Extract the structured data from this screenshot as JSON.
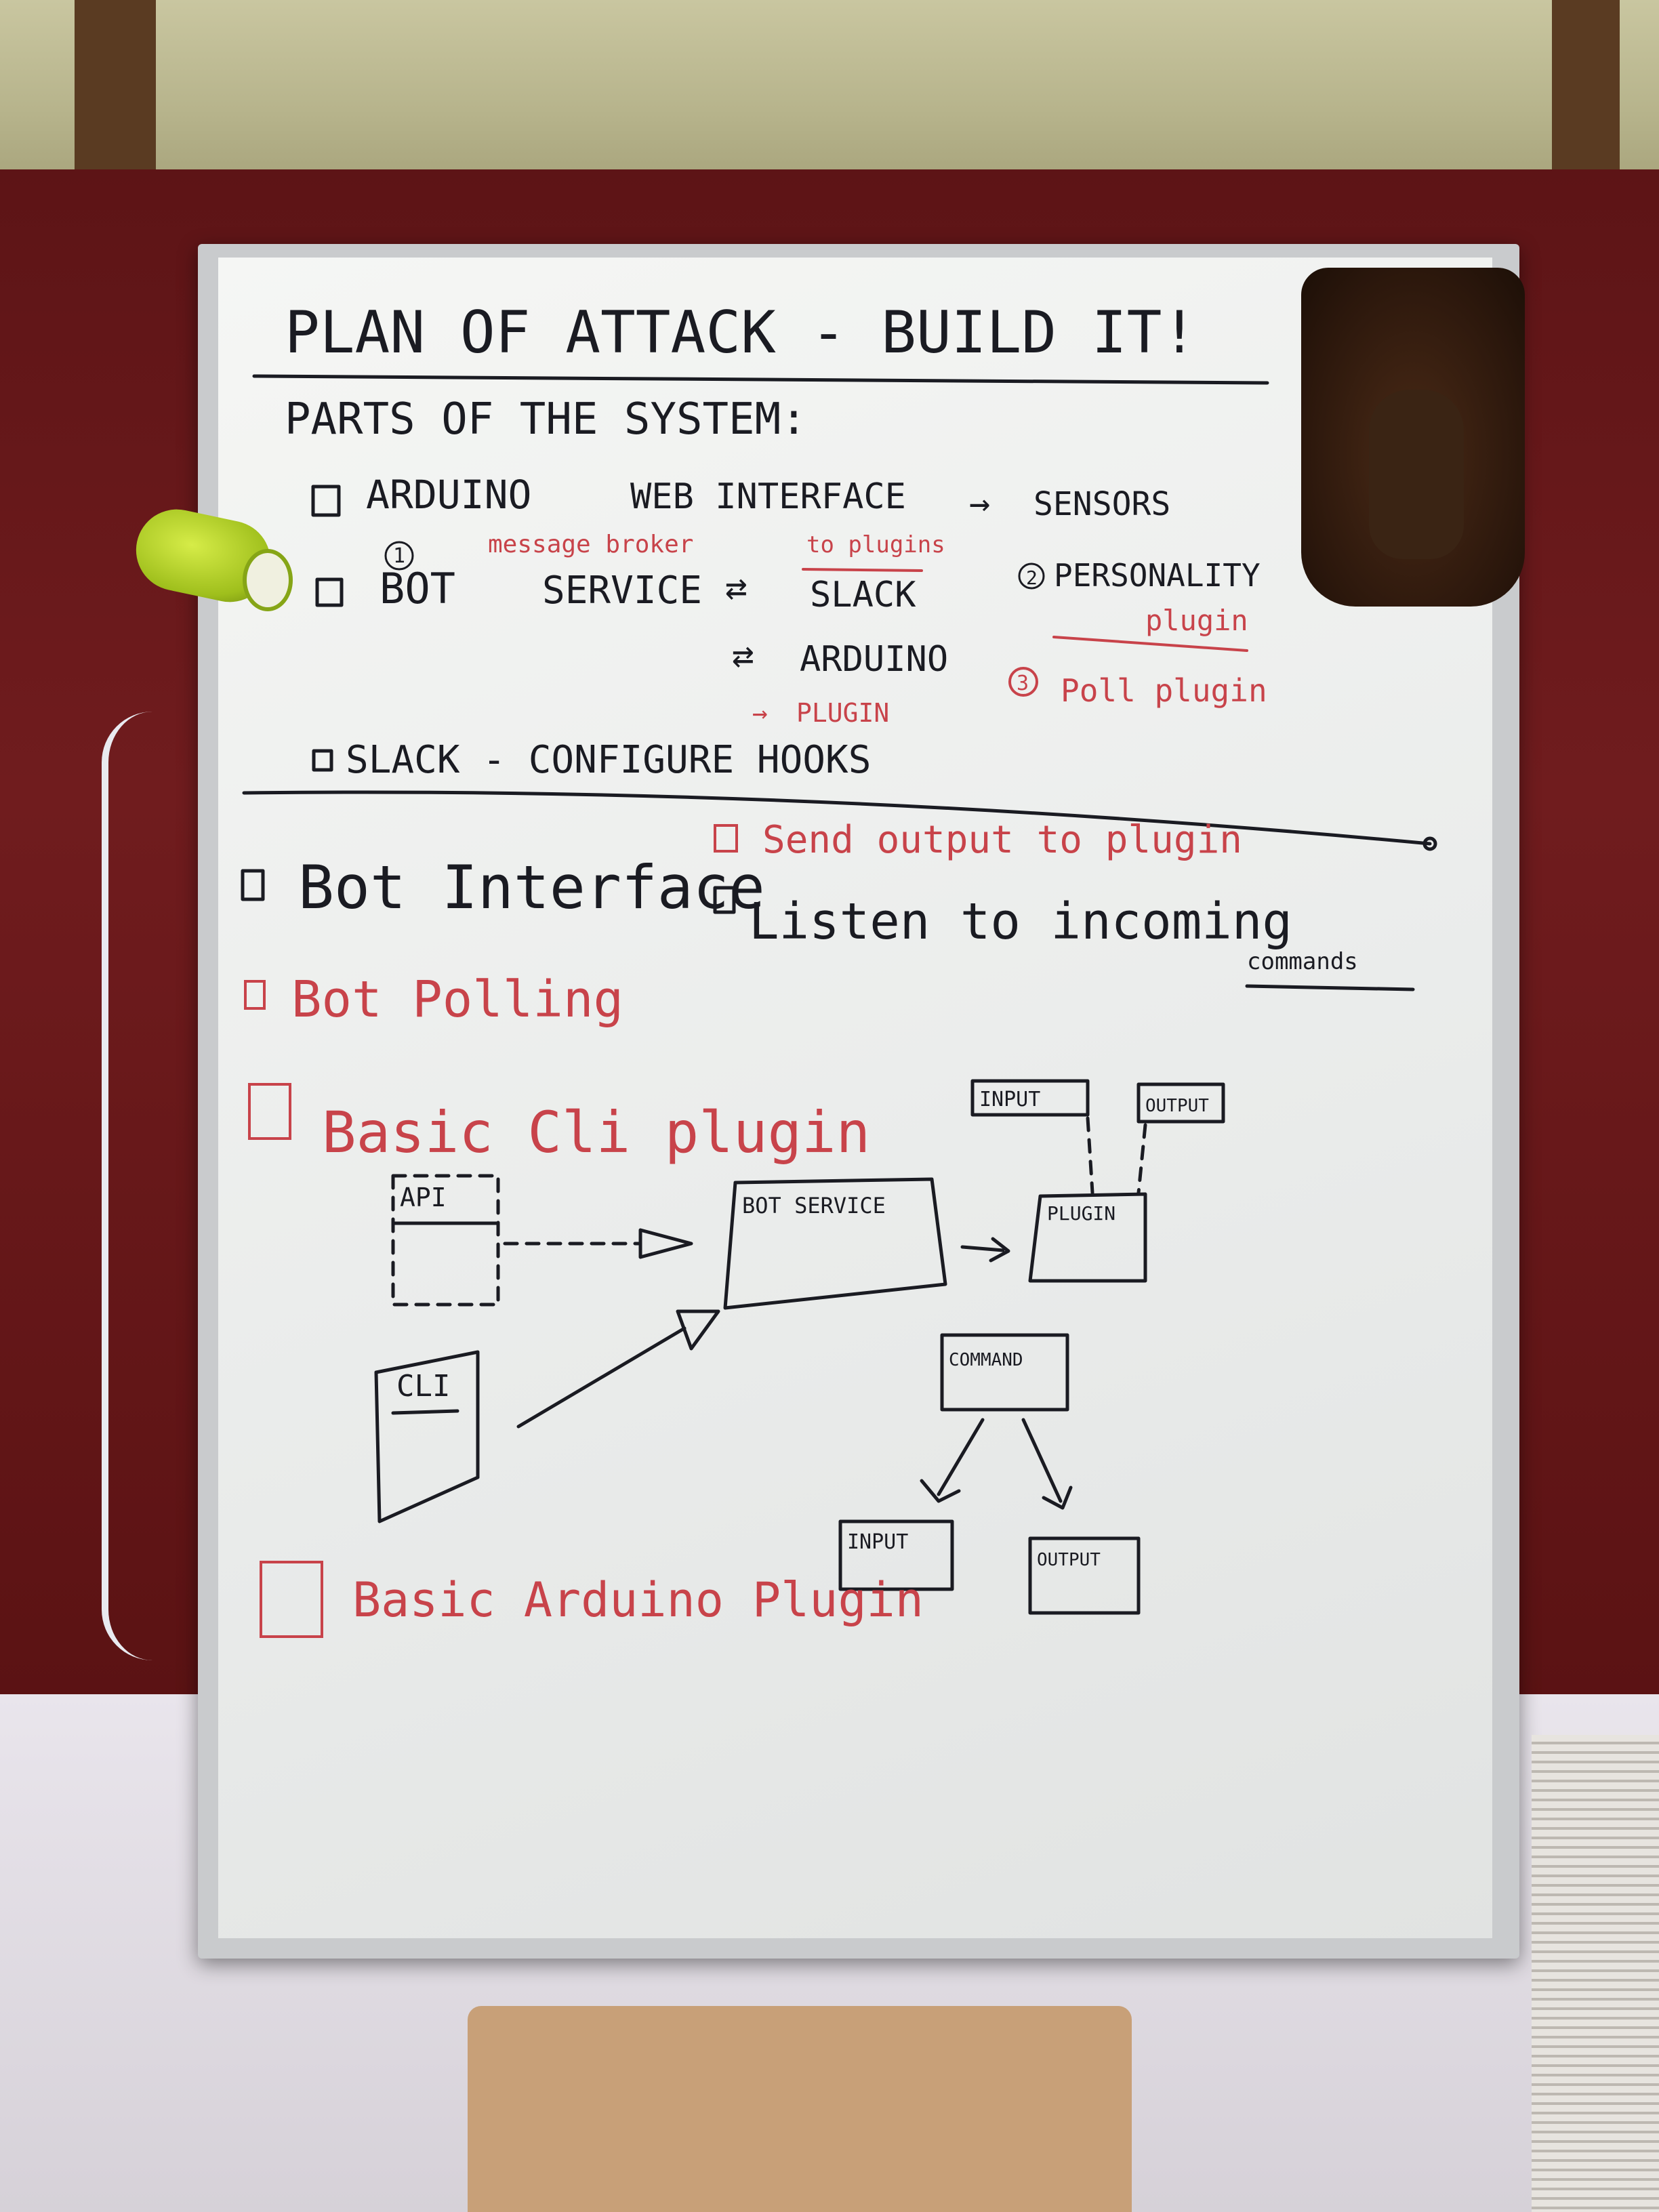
{
  "board": {
    "title": "PLAN OF ATTACK - BUILD IT!",
    "parts_heading": "PARTS OF THE SYSTEM:",
    "row1": {
      "item": "ARDUINO",
      "middle": "WEB INTERFACE",
      "arrow_target": "SENSORS"
    },
    "row2": {
      "number_note": "1",
      "red_note": "message broker",
      "item": "BOT",
      "middle": "SERVICE",
      "plugins_note": "to plugins",
      "targets": [
        "SLACK",
        "ARDUINO"
      ],
      "plug_note": "PLUGIN"
    },
    "personality": {
      "label": "PERSONALITY",
      "number": "2",
      "red_label": "plugin"
    },
    "poll": {
      "number": "3",
      "label": "Poll plugin"
    },
    "slack_line": "SLACK - CONFIGURE HOOKS",
    "bot_interface": {
      "label": "Bot Interface",
      "send": "Send output to plugin",
      "listen": "Listen to incoming",
      "listen_underlined": "commands"
    },
    "bot_polling": "Bot Polling",
    "basic_cli": "Basic Cli plugin",
    "basic_arduino": "Basic Arduino Plugin",
    "diagram": {
      "api": "API",
      "bot_service": "BOT SERVICE",
      "plugin": "PLUGIN",
      "input_top": "INPUT",
      "output_top": "OUTPUT",
      "cli": "CLI",
      "command": "COMMAND",
      "input_bottom": "INPUT",
      "output_bottom": "OUTPUT"
    }
  },
  "colors": {
    "marker_black": "#1a1b22",
    "marker_red": "#c8434a",
    "curtain": "#6e1a1c",
    "board": "#eef0ef"
  }
}
